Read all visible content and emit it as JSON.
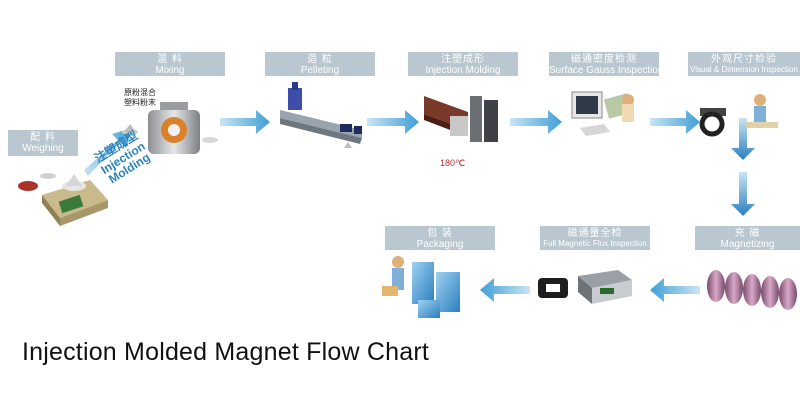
{
  "title": "Injection Molded Magnet Flow Chart",
  "steps": {
    "weighing": {
      "zh": "配 料",
      "en": "Weighing"
    },
    "mixing": {
      "zh": "混 料",
      "en": "Mixing",
      "note_line1": "原粉混合",
      "note_line2": "塑料粉末"
    },
    "pelleting": {
      "zh": "造 粒",
      "en": "Pelleting"
    },
    "injection": {
      "zh": "注塑成形",
      "en": "Injection Molding",
      "temperature": "180℃"
    },
    "gauss": {
      "zh": "磁通密度检测",
      "en": "Surface Gauss Inspection"
    },
    "visual": {
      "zh": "外观尺寸检验",
      "en": "Visual & Dimension  Inspection"
    },
    "magnetizing": {
      "zh": "充 磁",
      "en": "Magnetizing"
    },
    "flux": {
      "zh": "磁通量全检",
      "en": "Full Magnetic Flux Inspection"
    },
    "packaging": {
      "zh": "包 装",
      "en": "Packaging"
    }
  },
  "diagonal_label": {
    "zh": "注塑成型",
    "en1": "Injection",
    "en2": "Molding"
  },
  "colors": {
    "label_bg": "#b9c7d1",
    "arrow": "#4aa4d6",
    "accent_red": "#b0302a"
  }
}
